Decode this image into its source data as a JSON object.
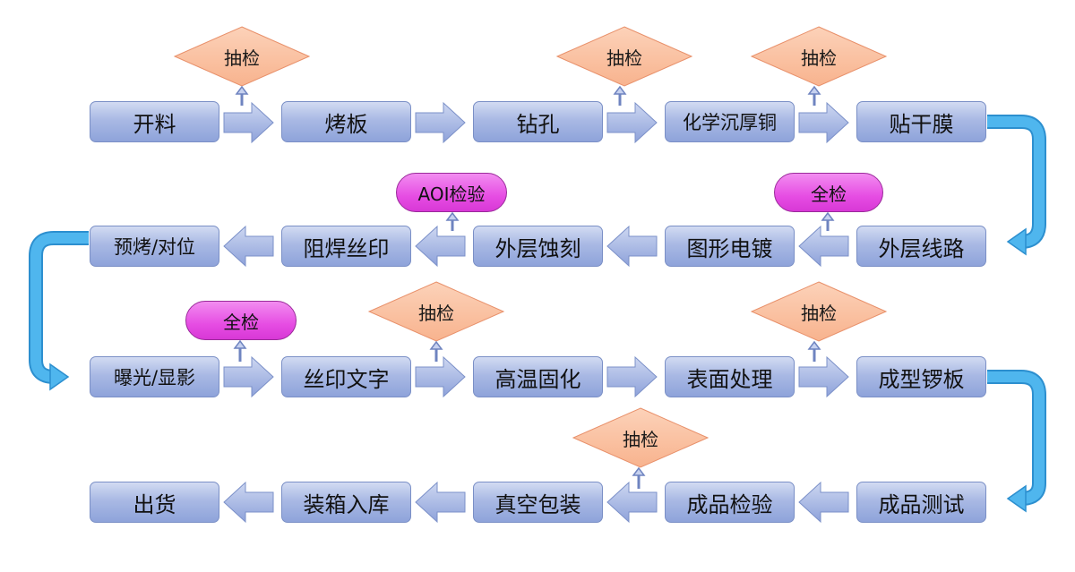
{
  "colors": {
    "box": "#9aaee0",
    "arrow": "#8ea2da",
    "diamond": "#f8b38e",
    "pill": "#e64de3",
    "connector": "#4fb6ee"
  },
  "steps": {
    "s1": "开料",
    "s2": "烤板",
    "s3": "钻孔",
    "s4": "化学沉厚铜",
    "s5": "贴干膜",
    "s6": "外层线路",
    "s7": "图形电镀",
    "s8": "外层蚀刻",
    "s9": "阻焊丝印",
    "s10": "预烤/对位",
    "s11": "曝光/显影",
    "s12": "丝印文字",
    "s13": "高温固化",
    "s14": "表面处理",
    "s15": "成型锣板",
    "s16": "成品测试",
    "s17": "成品检验",
    "s18": "真空包装",
    "s19": "装箱入库",
    "s20": "出货"
  },
  "checks": {
    "c1": "抽检",
    "c2": "抽检",
    "c3": "抽检",
    "c4": "全检",
    "c5": "AOI检验",
    "c6": "全检",
    "c7": "抽检",
    "c8": "抽检",
    "c9": "抽检"
  }
}
